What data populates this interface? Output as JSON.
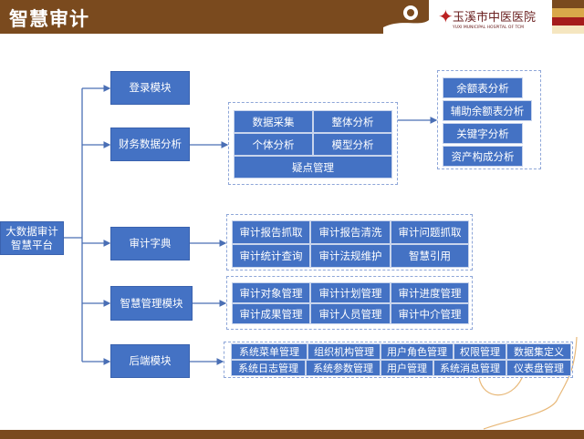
{
  "header": {
    "title": "智慧审计",
    "logo_name": "玉溪市中医医院",
    "logo_en": "YUXI MUNICIPAL HOSPITAL OF TCM"
  },
  "root": {
    "line1": "大数据审计",
    "line2": "智慧平台"
  },
  "modules": [
    {
      "label": "登录模块"
    },
    {
      "label": "财务数据分析"
    },
    {
      "label": "审计字典"
    },
    {
      "label": "智慧管理模块"
    },
    {
      "label": "后端模块"
    }
  ],
  "finance": [
    "数据采集",
    "整体分析",
    "个体分析",
    "模型分析",
    "疑点管理"
  ],
  "finance_sub": [
    "余额表分析",
    "辅助余额表分析",
    "关键字分析",
    "资产构成分析"
  ],
  "dictionary": [
    "审计报告抓取",
    "审计报告清洗",
    "审计问题抓取",
    "审计统计查询",
    "审计法规维护",
    "智慧引用"
  ],
  "management": [
    "审计对象管理",
    "审计计划管理",
    "审计进度管理",
    "审计成果管理",
    "审计人员管理",
    "审计中介管理"
  ],
  "backend": [
    "系统菜单管理",
    "组织机构管理",
    "用户角色管理",
    "权限管理",
    "数据集定义",
    "系统日志管理",
    "系统参数管理",
    "用户管理",
    "系统消息管理",
    "仪表盘管理"
  ],
  "colors": {
    "box": "#4472c4",
    "brown": "#7a4a1e",
    "line": "#4a6fb5"
  }
}
